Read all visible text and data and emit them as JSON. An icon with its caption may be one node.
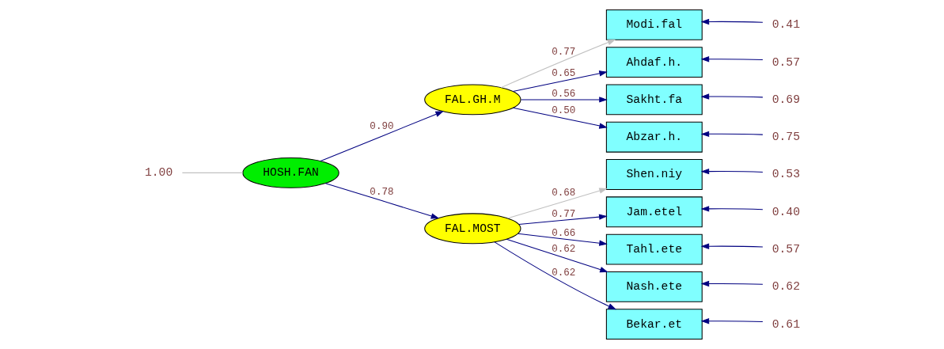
{
  "diagram": {
    "nodes": [
      {
        "text": [
          "1.00"
        ]
      },
      {
        "text": [
          "HOSH.FAN"
        ]
      },
      {
        "text": [
          "FAL.GH.M"
        ]
      },
      {
        "text": [
          "FAL.MOST"
        ]
      },
      {
        "text": [
          "Modi.fal"
        ]
      },
      {
        "text": [
          "Ahdaf.h."
        ]
      },
      {
        "text": [
          "Sakht.fa"
        ]
      },
      {
        "text": [
          "Abzar.h."
        ]
      },
      {
        "text": [
          "Shen.niy"
        ]
      },
      {
        "text": [
          "Jam.etel"
        ]
      },
      {
        "text": [
          "Tahl.ete"
        ]
      },
      {
        "text": [
          "Nash.ete"
        ]
      },
      {
        "text": [
          "Bekar.et"
        ]
      },
      {
        "text": [
          "0.41"
        ]
      },
      {
        "text": [
          "0.57"
        ]
      },
      {
        "text": [
          "0.69"
        ]
      },
      {
        "text": [
          "0.75"
        ]
      },
      {
        "text": [
          "0.53"
        ]
      },
      {
        "text": [
          "0.40"
        ]
      },
      {
        "text": [
          "0.57"
        ]
      },
      {
        "text": [
          "0.62"
        ]
      },
      {
        "text": [
          "0.61"
        ]
      }
    ],
    "edges": [
      {
        "from": 0,
        "to": 1,
        "arrow": "none",
        "color": "#c0c0c0"
      },
      {
        "from": 1,
        "to": 2,
        "arrow": "to",
        "label": "0.90"
      },
      {
        "from": 1,
        "to": 3,
        "arrow": "to",
        "label": "0.78"
      },
      {
        "from": 2,
        "to": 4,
        "arrow": "to",
        "label": "0.77",
        "color": "#c0c0c0"
      },
      {
        "from": 2,
        "to": 5,
        "arrow": "to",
        "label": "0.65"
      },
      {
        "from": 2,
        "to": 6,
        "arrow": "to",
        "label": "0.56"
      },
      {
        "from": 2,
        "to": 7,
        "arrow": "to",
        "label": "0.50"
      },
      {
        "from": 3,
        "to": 8,
        "arrow": "to",
        "label": "0.68",
        "color": "#c0c0c0"
      },
      {
        "from": 3,
        "to": 9,
        "arrow": "to",
        "label": "0.77"
      },
      {
        "from": 3,
        "to": 10,
        "arrow": "to",
        "label": "0.66"
      },
      {
        "from": 3,
        "to": 11,
        "arrow": "to",
        "label": "0.62"
      },
      {
        "from": 3,
        "to": 12,
        "arrow": "to",
        "label": "0.62"
      },
      {
        "from": 13,
        "to": 4,
        "arrow": "to"
      },
      {
        "from": 14,
        "to": 5,
        "arrow": "to"
      },
      {
        "from": 15,
        "to": 6,
        "arrow": "to"
      },
      {
        "from": 16,
        "to": 7,
        "arrow": "to"
      },
      {
        "from": 17,
        "to": 8,
        "arrow": "to"
      },
      {
        "from": 18,
        "to": 9,
        "arrow": "to"
      },
      {
        "from": 19,
        "to": 10,
        "arrow": "to"
      },
      {
        "from": 20,
        "to": 11,
        "arrow": "to"
      },
      {
        "from": 21,
        "to": 12,
        "arrow": "to"
      }
    ]
  }
}
